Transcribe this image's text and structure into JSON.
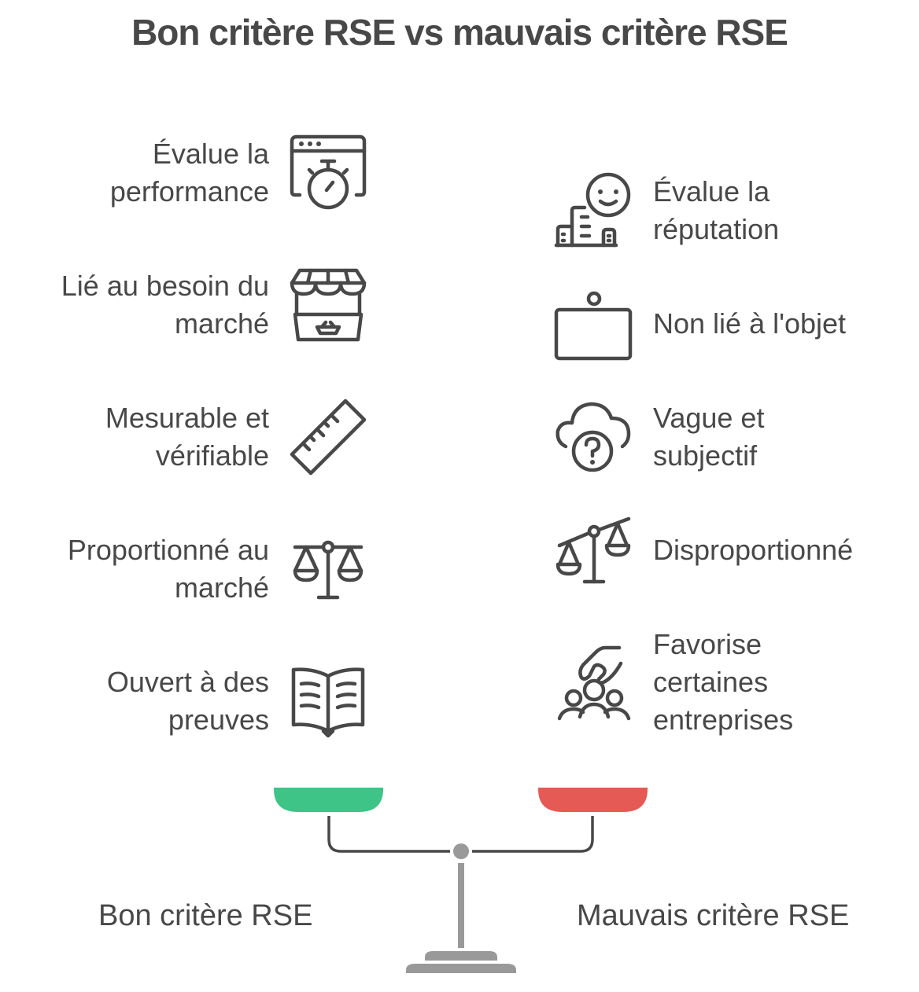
{
  "title": "Bon critère RSE vs mauvais critère RSE",
  "good": {
    "label": "Bon critère RSE",
    "color": "#3EC487",
    "items": [
      {
        "lines": [
          "Évalue la",
          "performance"
        ],
        "icon": "browser-stopwatch-icon"
      },
      {
        "lines": [
          "Lié au besoin du",
          "marché"
        ],
        "icon": "market-stall-icon"
      },
      {
        "lines": [
          "Mesurable et",
          "vérifiable"
        ],
        "icon": "ruler-icon"
      },
      {
        "lines": [
          "Proportionné au",
          "marché"
        ],
        "icon": "balanced-scale-icon"
      },
      {
        "lines": [
          "Ouvert à des",
          "preuves"
        ],
        "icon": "open-book-icon"
      }
    ]
  },
  "bad": {
    "label": "Mauvais critère RSE",
    "color": "#E55A55",
    "items": [
      {
        "lines": [
          "Évalue la",
          "réputation"
        ],
        "icon": "building-smiley-icon"
      },
      {
        "lines": [
          "Non lié à l'objet"
        ],
        "icon": "empty-board-icon"
      },
      {
        "lines": [
          "Vague et",
          "subjectif"
        ],
        "icon": "cloud-question-icon"
      },
      {
        "lines": [
          "Disproportionné"
        ],
        "icon": "tilted-scale-icon"
      },
      {
        "lines": [
          "Favorise",
          "certaines",
          "entreprises"
        ],
        "icon": "hand-over-group-icon"
      }
    ]
  },
  "colors": {
    "text": "#484848",
    "beam": "#484848",
    "stand": "#999999"
  }
}
